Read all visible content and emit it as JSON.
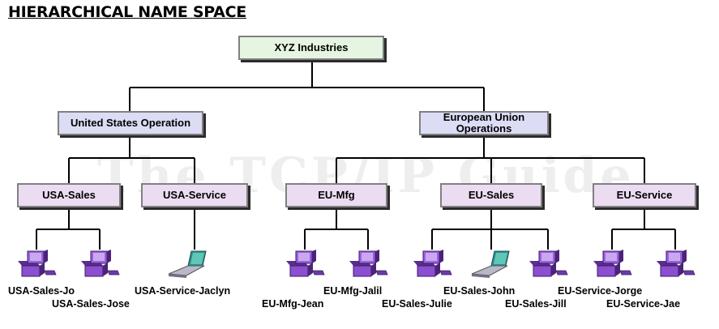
{
  "title": "HIERARCHICAL NAME SPACE",
  "watermark": "The TCP/IP Guide",
  "colors": {
    "root_fill": "#e6f5e2",
    "level1_fill": "#dcdcf5",
    "level2_fill": "#ecdcf2",
    "computer": "#8b4fd0",
    "laptop_screen": "#2e8f8f"
  },
  "root": {
    "label": "XYZ Industries"
  },
  "operations": [
    {
      "label": "United States Operation"
    },
    {
      "label": "European Union Operations"
    }
  ],
  "departments": [
    {
      "label": "USA-Sales"
    },
    {
      "label": "USA-Service"
    },
    {
      "label": "EU-Mfg"
    },
    {
      "label": "EU-Sales"
    },
    {
      "label": "EU-Service"
    }
  ],
  "hosts": [
    {
      "label": "USA-Sales-Jo",
      "icon": "desktop-computer-icon"
    },
    {
      "label": "USA-Sales-Jose",
      "icon": "desktop-computer-icon"
    },
    {
      "label": "USA-Service-Jaclyn",
      "icon": "laptop-icon"
    },
    {
      "label": "EU-Mfg-Jean",
      "icon": "desktop-computer-icon"
    },
    {
      "label": "EU-Mfg-Jalil",
      "icon": "desktop-computer-icon"
    },
    {
      "label": "EU-Sales-Julie",
      "icon": "desktop-computer-icon"
    },
    {
      "label": "EU-Sales-John",
      "icon": "laptop-icon"
    },
    {
      "label": "EU-Sales-Jill",
      "icon": "desktop-computer-icon"
    },
    {
      "label": "EU-Service-Jorge",
      "icon": "desktop-computer-icon"
    },
    {
      "label": "EU-Service-Jae",
      "icon": "desktop-computer-icon"
    }
  ]
}
